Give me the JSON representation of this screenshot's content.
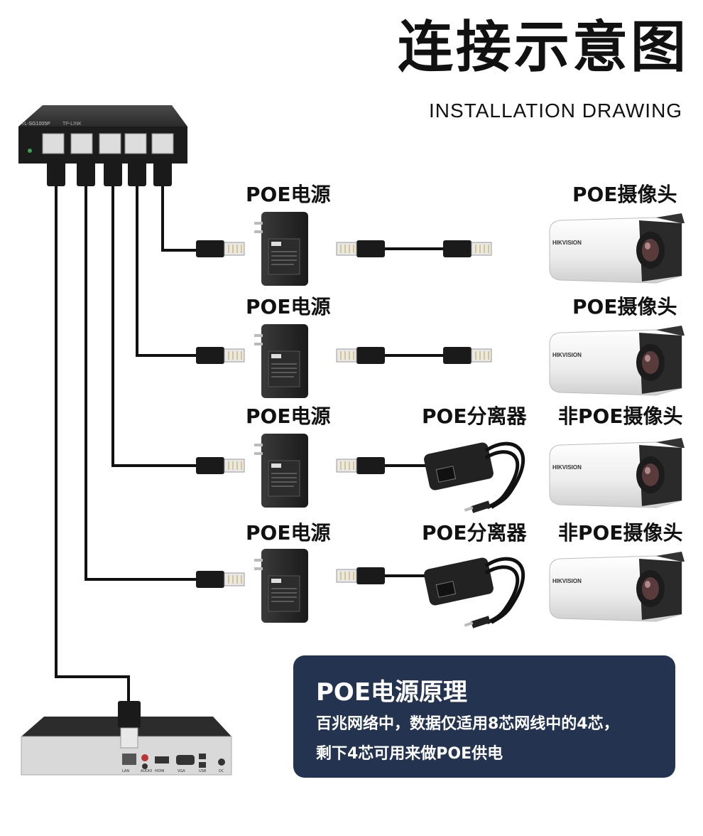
{
  "header": {
    "title": "连接示意图",
    "subtitle": "INSTALLATION DRAWING"
  },
  "switch": {
    "model": "TL-SG1005P",
    "brand": "TP-LINK",
    "port_count": 5
  },
  "nvr": {
    "ports": [
      "LAN",
      "AUDIO",
      "HDMI",
      "VGA",
      "USB",
      "DC"
    ]
  },
  "rows": [
    {
      "power_label": "POE电源",
      "splitter_label": "",
      "camera_label": "POE摄像头",
      "camera_brand": "HIKVISION"
    },
    {
      "power_label": "POE电源",
      "splitter_label": "",
      "camera_label": "POE摄像头",
      "camera_brand": "HIKVISION"
    },
    {
      "power_label": "POE电源",
      "splitter_label": "POE分离器",
      "camera_label": "非POE摄像头",
      "camera_brand": "HIKVISION"
    },
    {
      "power_label": "POE电源",
      "splitter_label": "POE分离器",
      "camera_label": "非POE摄像头",
      "camera_brand": "HIKVISION"
    }
  ],
  "info_box": {
    "title": "POE电源原理",
    "line1": "百兆网络中，数据仅适用8芯网线中的4芯，",
    "line2": "剩下4芯可用来做POE供电"
  },
  "colors": {
    "box_bg": "#243450",
    "cable": "#111111",
    "device_dark": "#2a2a2a",
    "camera_body": "#f2f2f2"
  }
}
